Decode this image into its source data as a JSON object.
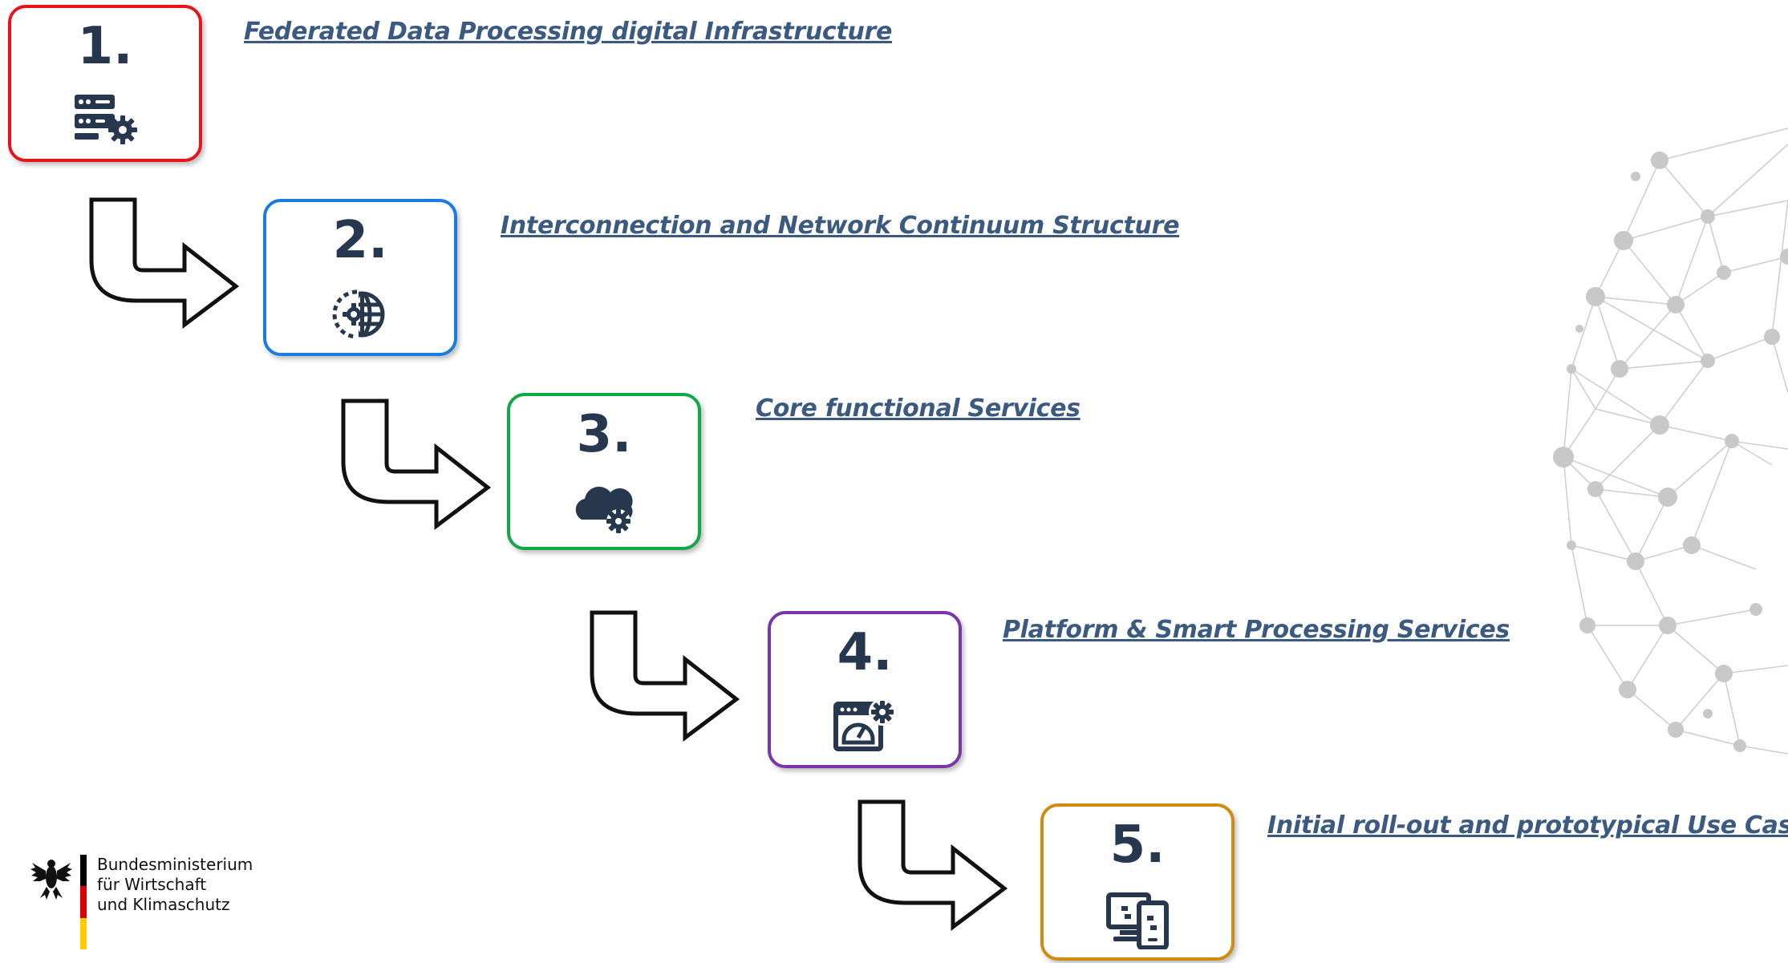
{
  "steps": [
    {
      "number": "1.",
      "title": "Federated Data Processing digital Infrastructure",
      "border_color": "#e8141c",
      "icon": "server-gear-icon"
    },
    {
      "number": "2.",
      "title": "Interconnection and Network Continuum Structure",
      "border_color": "#1a7be0",
      "icon": "globe-gear-icon"
    },
    {
      "number": "3.",
      "title": "Core functional Services",
      "border_color": "#12a84a",
      "icon": "cloud-gear-icon"
    },
    {
      "number": "4.",
      "title": "Platform & Smart Processing Services",
      "border_color": "#7a35a8",
      "icon": "dashboard-gear-icon"
    },
    {
      "number": "5.",
      "title": "Initial roll-out and prototypical Use Cases",
      "border_color": "#cf8c10",
      "icon": "devices-gear-icon"
    }
  ],
  "ministry": {
    "line1": "Bundesministerium",
    "line2": "für Wirtschaft",
    "line3": "und Klimaschutz"
  },
  "colors": {
    "icon": "#27384e",
    "title": "#3c5a80"
  }
}
